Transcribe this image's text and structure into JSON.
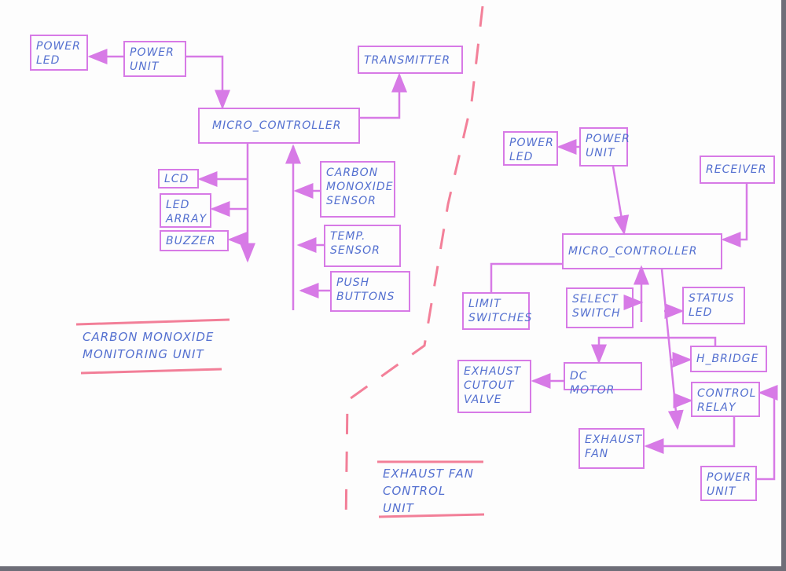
{
  "left_unit": {
    "title": "CARBON MONOXIDE\nMONITORING UNIT",
    "power_led": "POWER\nLED",
    "power_unit": "POWER\nUNIT",
    "transmitter": "TRANSMITTER",
    "microcontroller": "MICRO_CONTROLLER",
    "lcd": "LCD",
    "led_array": "LED\nARRAY",
    "buzzer": "BUZZER",
    "co_sensor": "CARBON\nMONOXIDE\nSENSOR",
    "temp_sensor": "TEMP.\nSENSOR",
    "push_buttons": "PUSH\nBUTTONS"
  },
  "right_unit": {
    "title": "EXHAUST FAN\nCONTROL\nUNIT",
    "power_led": "POWER\nLED",
    "power_unit": "POWER\nUNIT",
    "receiver": "RECEIVER",
    "microcontroller": "MICRO_CONTROLLER",
    "limit_switches": "LIMIT\nSWITCHES",
    "select_switch": "SELECT\nSWITCH",
    "status_led": "STATUS\nLED",
    "h_bridge": "H_BRIDGE",
    "dc_motor": "DC MOTOR",
    "exhaust_valve": "EXHAUST\nCUTOUT\nVALVE",
    "control_relay": "CONTROL\nRELAY",
    "exhaust_fan": "EXHAUST\nFAN",
    "power_unit_2": "POWER\nUNIT"
  },
  "colors": {
    "box": "#d77ae6",
    "text": "#5470d0",
    "divider": "#f06080"
  }
}
